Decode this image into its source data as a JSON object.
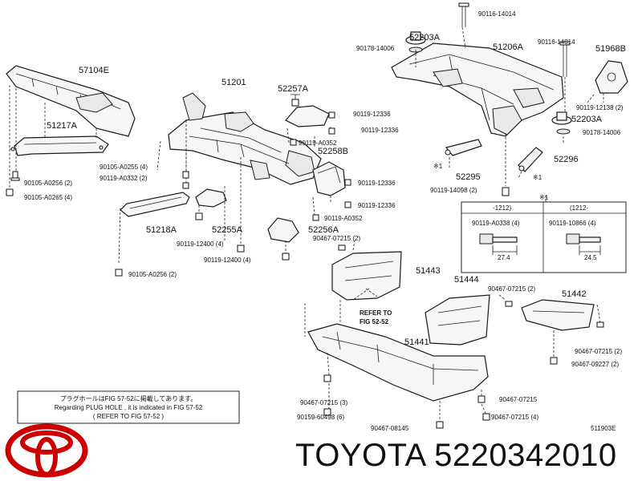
{
  "brand_text": "TOYOTA 5220342010",
  "diagram_code": "511903E",
  "labels": {
    "p57104E": "57104E",
    "p51217A": "51217A",
    "p51201": "51201",
    "p52257A": "52257A",
    "p52258B": "52258B",
    "p52203A_top": "52203A",
    "p51206A": "51206A",
    "p51968B": "51968B",
    "p52203A_right": "52203A",
    "p52295": "52295",
    "p52296": "52296",
    "p51218A": "51218A",
    "p52255A": "52255A",
    "p52256A": "52256A",
    "p51443": "51443",
    "p51444": "51444",
    "p51442": "51442",
    "p51441": "51441",
    "b90116_14014_a": "90116-14014",
    "b90178_14006_a": "90178-14006",
    "b90116_14014_b": "90116-14014",
    "b90119_12138": "90119-12138 (2)",
    "b90178_14006_b": "90178-14006",
    "b90119_12336_a": "90119-12336",
    "b90119_12336_b": "90119-12336",
    "b90119_A0352_a": "90119-A0352",
    "b90119_12336_c": "90119-12336",
    "b90119_12336_d": "90119-12336",
    "b90119_A0352_b": "90119-A0352",
    "b90105_A0255": "90105-A0255 (4)",
    "b90119_A0332": "90119-A0332 (2)",
    "b90105_A0256_a": "90105-A0256 (2)",
    "b90105_A0265": "90105-A0265 (4)",
    "b90119_12400_a": "90119-12400 (4)",
    "b90119_12400_b": "90119-12400 (4)",
    "b90105_A0256_b": "90105-A0256 (2)",
    "b90467_07215_a": "90467-07215 (2)",
    "b90119_14098": "90119-14098 (2)",
    "b90467_07215_b": "90467-07215 (2)",
    "b90467_07215_c": "90467-07215 (2)",
    "b90467_09227": "90467-09227 (2)",
    "b90467_07215_d": "90467-07215",
    "b90467_07215_e": "90467-07215 (4)",
    "b90467_07215_f": "90467-07215 (3)",
    "b90159_60498": "90159-60498 (6)",
    "b90467_08145": "90467-08145",
    "star1_a": "※1",
    "star1_b": "※1",
    "star1_c": "※1"
  },
  "refer_label": "REFER TO\nFIG 52-52",
  "refer_line1": "REFER TO",
  "refer_line2": "FIG 52-52",
  "inset": {
    "star": "※1",
    "col1_header": "-1212)",
    "col2_header": "(1212-",
    "col1_part": "90119-A0338 (4)",
    "col2_part": "90119-10866 (4)",
    "col1_dim": "27.4",
    "col2_dim": "24.5"
  },
  "note": {
    "line1": "プラグホールはFIG 57-52に掲載してあります。",
    "line2": "Regarding  PLUG HOLE , it is indicated in FIG 57-52",
    "line3": "(    REFER  TO  FIG 57-52    )"
  }
}
